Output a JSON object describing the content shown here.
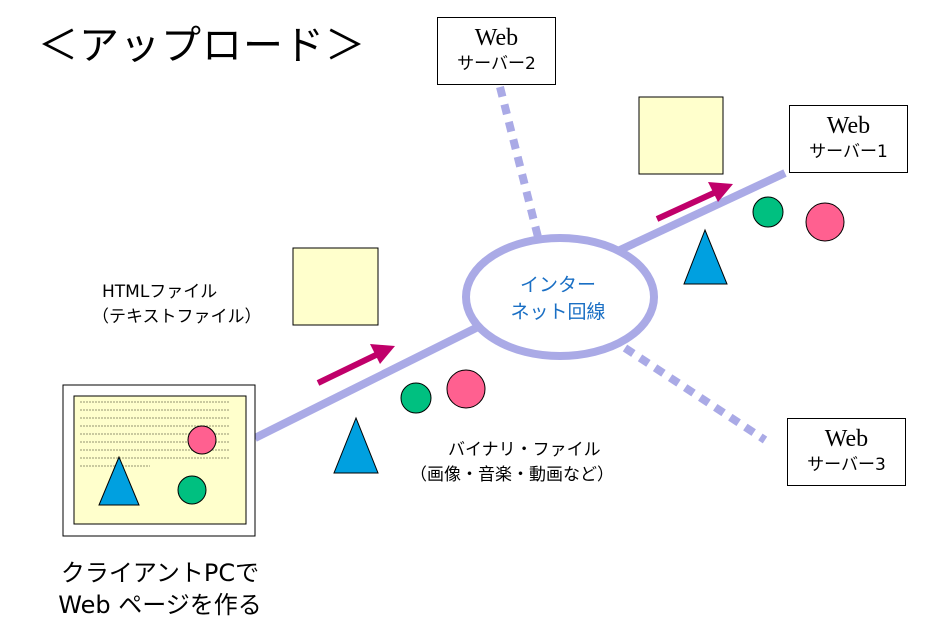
{
  "page_title": "＜アップロード＞",
  "servers": [
    {
      "id": "server-2",
      "line1": "Web",
      "line2": "サーバー2"
    },
    {
      "id": "server-1",
      "line1": "Web",
      "line2": "サーバー1"
    },
    {
      "id": "server-3",
      "line1": "Web",
      "line2": "サーバー3"
    }
  ],
  "hub": {
    "line1": "インター",
    "line2": "ネット回線"
  },
  "html_file_label": {
    "line1": "HTMLファイル",
    "line2": "（テキストファイル）"
  },
  "binary_file_label": {
    "line1": "バイナリ・ファイル",
    "line2": "（画像・音楽・動画など）"
  },
  "client_label": {
    "line1": "クライアントPCで",
    "line2": "Web ページを作る"
  },
  "colors": {
    "network_line": "#aaaae6",
    "hub_fill": "#ffffff",
    "hub_text": "#1a6fc4",
    "arrow": "#c0006a",
    "document_fill": "#ffffcc",
    "triangle": "#00a0e0",
    "circle_green": "#00c080",
    "circle_pink": "#ff6090"
  }
}
